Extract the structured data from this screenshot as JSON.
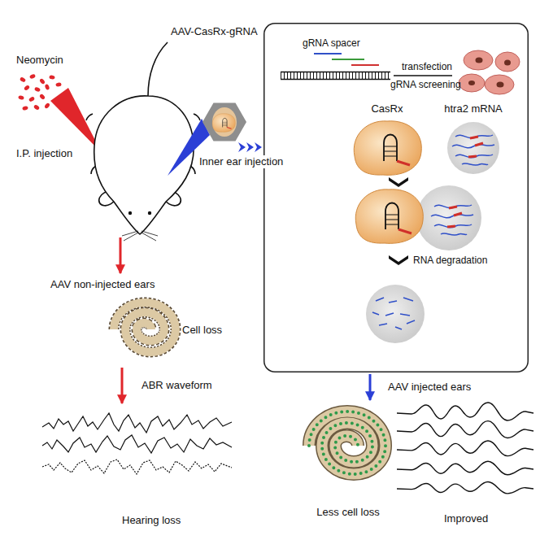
{
  "diagram": {
    "nodes": [
      {
        "text": [
          "gRNA spacer",
          "transfection",
          "gRNA screening",
          "RNA degradation"
        ]
      },
      {
        "text": [
          "CasRx"
        ],
        "in": 0
      },
      {
        "text": [
          "htra2 mRNA"
        ],
        "in": 0
      },
      {
        "text": [
          "Cell loss"
        ]
      },
      {
        "text": [
          "Hearing loss"
        ]
      },
      {
        "text": [
          "Less cell loss"
        ]
      },
      {
        "text": [
          "Improved"
        ]
      }
    ],
    "edges": [
      {
        "from": 3,
        "to": 4,
        "arrow": "to",
        "label": "ABR waveform"
      },
      {
        "from": 0,
        "to": 5,
        "arrow": "to",
        "label": "AAV injected ears"
      }
    ],
    "labels": [
      "Neomycin",
      "AAV-CasRx-gRNA",
      "I.P. injection",
      "Inner ear injection",
      "AAV non-injected ears"
    ]
  }
}
